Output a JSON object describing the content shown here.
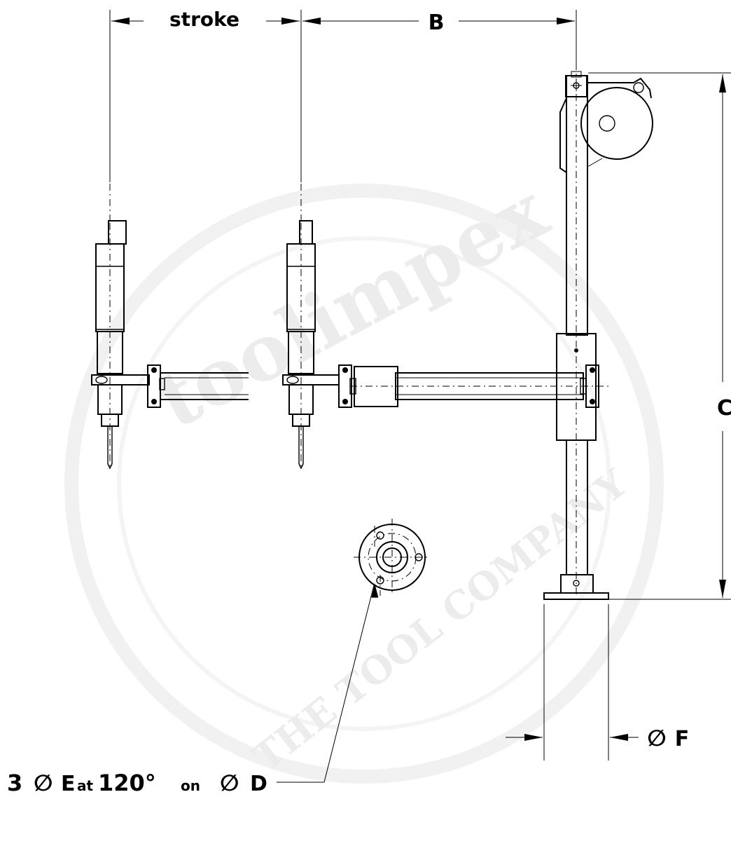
{
  "watermark": {
    "brand": "toolimpex",
    "tagline": "THE TOOL COMPANY"
  },
  "dimensions": {
    "stroke": "stroke",
    "b": "B",
    "c": "C",
    "f_symbol": "∅",
    "f_letter": "F"
  },
  "callout": {
    "count": "3",
    "dia_symbol_1": "∅",
    "e_letter": "E",
    "at": "at",
    "angle": "120°",
    "on": "on",
    "dia_symbol_2": "∅",
    "d_letter": "D"
  }
}
